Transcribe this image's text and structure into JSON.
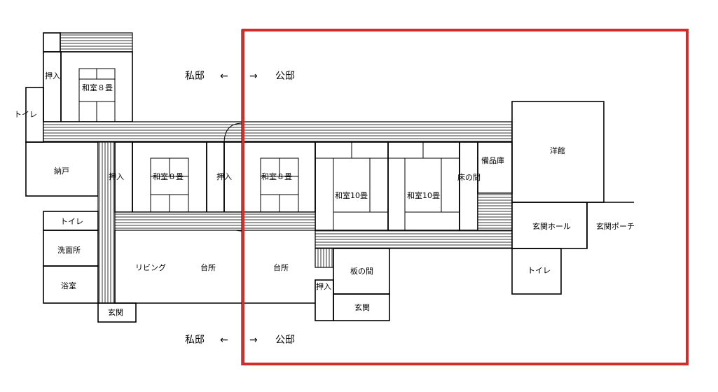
{
  "labels": {
    "oshiire_topleft": "押入",
    "toilet_left": "トイレ",
    "washitsu8_top": "和室８畳",
    "nando": "納戸",
    "oshiire_a": "押入",
    "washitsu8_a": "和室８畳",
    "oshiire_b": "押入",
    "washitsu8_b": "和室８畳",
    "washitsu10_a": "和室10畳",
    "washitsu10_b": "和室10畳",
    "tokonoma": "床の間",
    "bihinko": "備品庫",
    "yokan": "洋館",
    "genkan_hall": "玄関ホール",
    "genkan_porch": "玄関ポーチ",
    "toilet_small": "トイレ",
    "senmenjo": "洗面所",
    "yokushitsu": "浴室",
    "genkan_private": "玄関",
    "living": "リビング",
    "daidokoro_a": "台所",
    "daidokoro_b": "台所",
    "itanoma": "板の間",
    "oshiire_c": "押入",
    "genkan_public": "玄関",
    "toilet_right": "トイレ"
  },
  "direction_markers": {
    "top": {
      "left": "私邸",
      "arrow_left": "←",
      "arrow_right": "→",
      "right": "公邸"
    },
    "bottom": {
      "left": "私邸",
      "arrow_left": "←",
      "arrow_right": "→",
      "right": "公邸"
    }
  },
  "colors": {
    "public_area_outline": "#d62b2b",
    "wall": "#000000"
  }
}
